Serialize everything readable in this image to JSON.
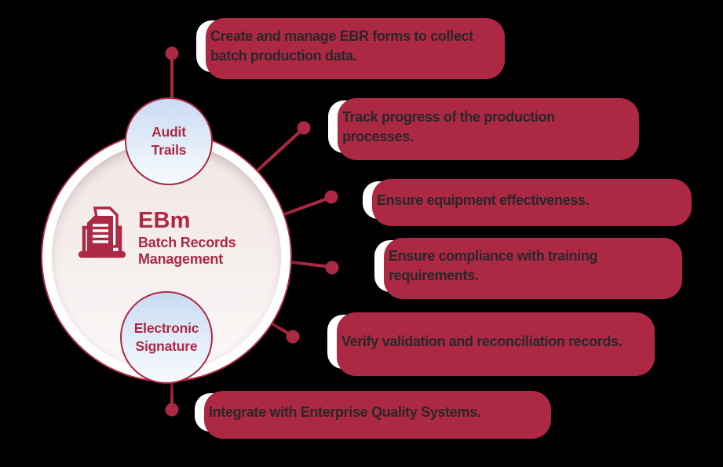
{
  "palette": {
    "background": "#000000",
    "crimson": "#AC2843",
    "box_text": "#28282A",
    "box_bg": "#FFFFFF",
    "satellite_gradient_top": "#C9DBF2",
    "satellite_gradient_bottom": "#F8FBFE",
    "hub_gradient_top": "#F1E8E7",
    "hub_gradient_bottom": "#FAF8F7"
  },
  "hub": {
    "icon": "batch-records-documents-icon",
    "acronym": "EBm",
    "title": "Batch Records Management"
  },
  "satellites": [
    {
      "label": "Audit Trails"
    },
    {
      "label": "Electronic Signature"
    }
  ],
  "callouts": [
    {
      "text": "Create and manage EBR forms to collect batch production data."
    },
    {
      "text": "Track progress of the production processes."
    },
    {
      "text": "Ensure equipment effectiveness."
    },
    {
      "text": "Ensure compliance with training requirements."
    },
    {
      "text": "Verify validation and reconciliation records."
    },
    {
      "text": "Integrate with Enterprise Quality Systems."
    }
  ]
}
